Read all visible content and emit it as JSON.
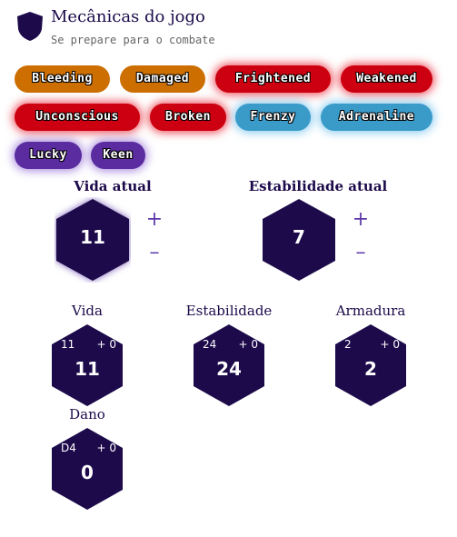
{
  "header": {
    "title": "Mecânicas do jogo",
    "subtitle": "Se prepare para o combate",
    "icon": "shield-icon"
  },
  "tags": [
    {
      "label": "Bleeding",
      "color": "#cc6e00"
    },
    {
      "label": "Damaged",
      "color": "#cc6e00"
    },
    {
      "label": "Frightened",
      "color": "#cc0010"
    },
    {
      "label": "Weakened",
      "color": "#cc0010"
    },
    {
      "label": "Unconscious",
      "color": "#cc0010"
    },
    {
      "label": "Broken",
      "color": "#cc0010"
    },
    {
      "label": "Frenzy",
      "color": "#3a9bc9"
    },
    {
      "label": "Adrenaline",
      "color": "#3a9bc9"
    },
    {
      "label": "Lucky",
      "color": "#5a2ca0"
    },
    {
      "label": "Keen",
      "color": "#5a2ca0"
    }
  ],
  "current": {
    "vida_label": "Vida atual",
    "vida_value": "11",
    "estab_label": "Estabilidade atual",
    "estab_value": "7",
    "plus": "+",
    "minus": "–"
  },
  "stats": {
    "vida": {
      "label": "Vida",
      "base": "11",
      "mod": "+ 0",
      "total": "11"
    },
    "estabilidade": {
      "label": "Estabilidade",
      "base": "24",
      "mod": "+ 0",
      "total": "24"
    },
    "armadura": {
      "label": "Armadura",
      "base": "2",
      "mod": "+ 0",
      "total": "2"
    },
    "dano": {
      "label": "Dano",
      "base": "D4",
      "mod": "+ 0",
      "total": "0"
    }
  },
  "colors": {
    "hex_fill": "#1c0a4a",
    "accent": "#5a35a8"
  }
}
